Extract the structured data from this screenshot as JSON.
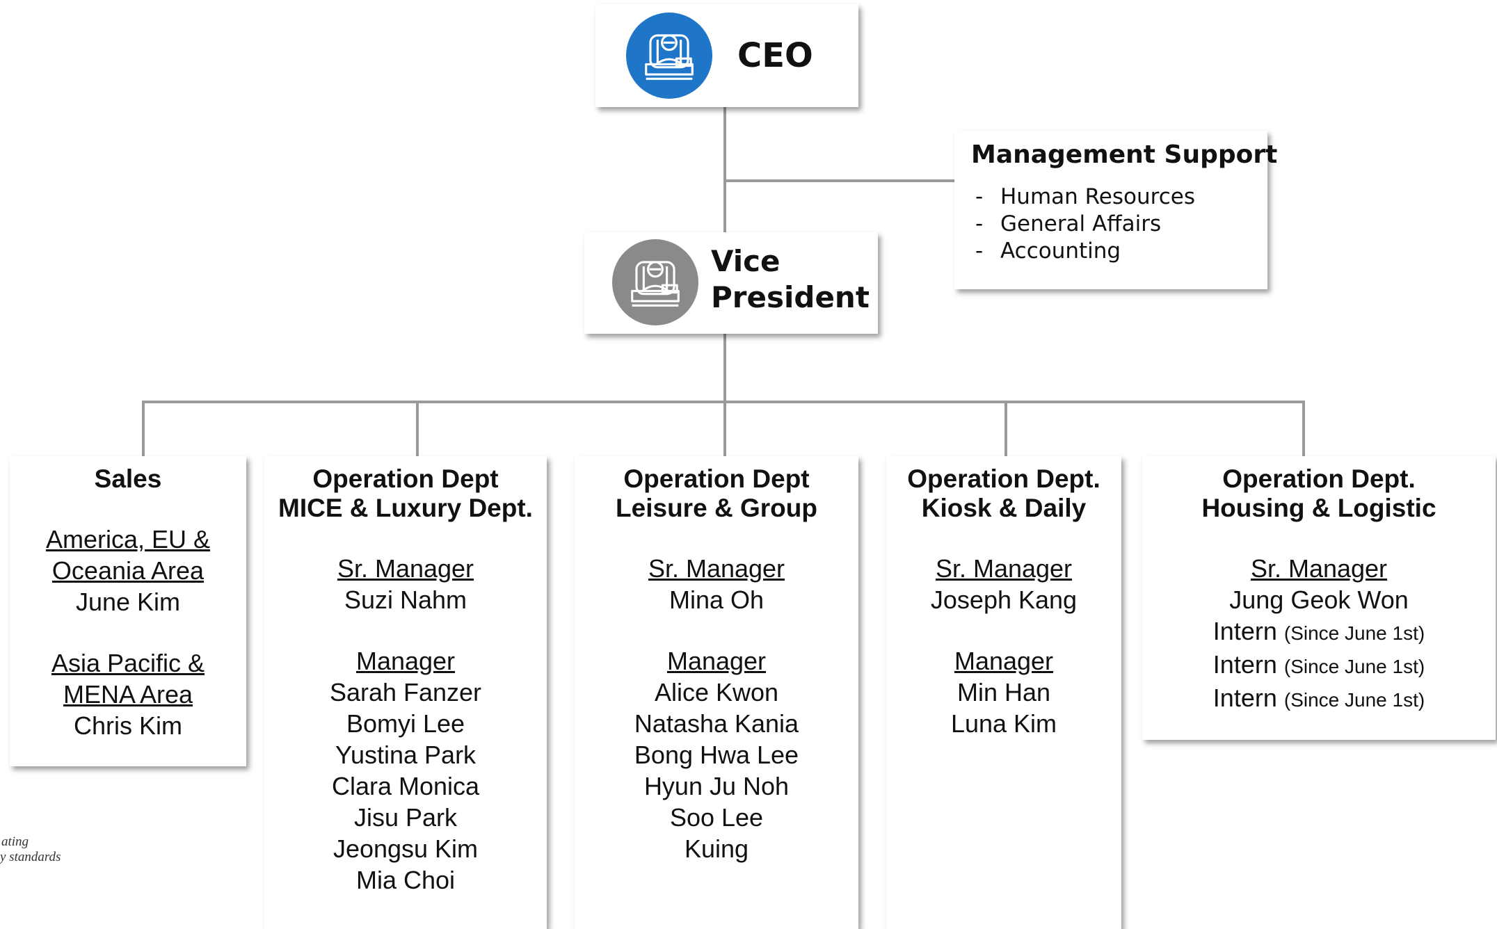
{
  "ceo": {
    "title": "CEO",
    "icon": "executive-at-desk-icon",
    "color": "#1f76c8"
  },
  "vp": {
    "title_line1": "Vice",
    "title_line2": "President",
    "icon": "executive-at-desk-icon",
    "color": "#8a8a8a"
  },
  "management_support": {
    "title": "Management Support",
    "items": [
      "Human Resources",
      "General Affairs",
      "Accounting"
    ],
    "bullet": "-"
  },
  "departments": {
    "sales": {
      "title": "Sales",
      "region1_line1": "America, EU &",
      "region1_line2": "Oceania Area",
      "region1_person": "June Kim",
      "region2_line1": "Asia Pacific &",
      "region2_line2": "MENA Area",
      "region2_person": "Chris Kim"
    },
    "mice": {
      "title_line1": "Operation Dept",
      "title_line2": "MICE & Luxury Dept.",
      "sr_manager_label": "Sr. Manager",
      "sr_manager": "Suzi Nahm",
      "manager_label": "Manager",
      "managers": [
        "Sarah Fanzer",
        "Bomyi Lee",
        "Yustina Park",
        "Clara Monica",
        "Jisu Park",
        "Jeongsu Kim",
        "Mia Choi"
      ]
    },
    "leisure": {
      "title_line1": "Operation Dept",
      "title_line2": "Leisure & Group",
      "sr_manager_label": "Sr. Manager",
      "sr_manager": "Mina Oh",
      "manager_label": "Manager",
      "managers": [
        "Alice Kwon",
        "Natasha Kania",
        "Bong Hwa Lee",
        "Hyun Ju Noh",
        "Soo Lee",
        "Kuing"
      ]
    },
    "kiosk": {
      "title_line1": "Operation Dept.",
      "title_line2": "Kiosk & Daily",
      "sr_manager_label": "Sr. Manager",
      "sr_manager": "Joseph Kang",
      "manager_label": "Manager",
      "managers": [
        "Min Han",
        "Luna Kim"
      ]
    },
    "housing": {
      "title_line1": "Operation Dept.",
      "title_line2": "Housing & Logistic",
      "sr_manager_label": "Sr. Manager",
      "sr_manager": "Jung Geok Won",
      "interns": [
        {
          "label": "Intern",
          "note": "(Since June 1st)"
        },
        {
          "label": "Intern",
          "note": "(Since June 1st)"
        },
        {
          "label": "Intern",
          "note": "(Since June 1st)"
        }
      ]
    }
  },
  "watermark": {
    "line1": "ating",
    "line2": "y standards"
  }
}
